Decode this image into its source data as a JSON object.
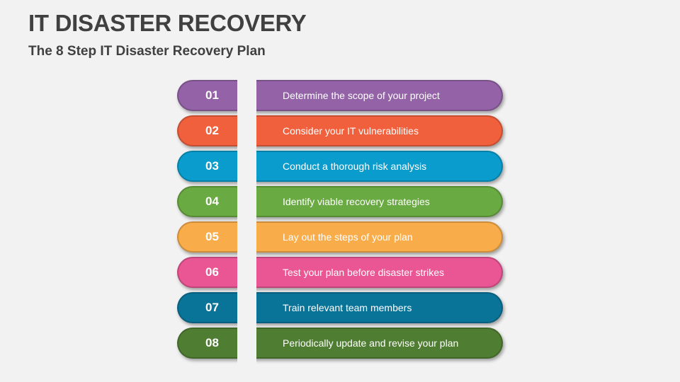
{
  "header": {
    "title": "IT DISASTER RECOVERY",
    "subtitle": "The 8 Step IT Disaster Recovery Plan"
  },
  "steps": [
    {
      "number": "01",
      "label": "Determine the scope of your project",
      "color": "#9463a7"
    },
    {
      "number": "02",
      "label": "Consider your IT vulnerabilities",
      "color": "#f0603c"
    },
    {
      "number": "03",
      "label": "Conduct a thorough risk analysis",
      "color": "#0a9ccc"
    },
    {
      "number": "04",
      "label": "Identify viable recovery strategies",
      "color": "#6aaa43"
    },
    {
      "number": "05",
      "label": "Lay out the steps of your plan",
      "color": "#f8ad4a"
    },
    {
      "number": "06",
      "label": "Test your plan before disaster strikes",
      "color": "#e95693"
    },
    {
      "number": "07",
      "label": "Train relevant team members",
      "color": "#0a7398"
    },
    {
      "number": "08",
      "label": "Periodically update and revise your plan",
      "color": "#4f7d31"
    }
  ]
}
